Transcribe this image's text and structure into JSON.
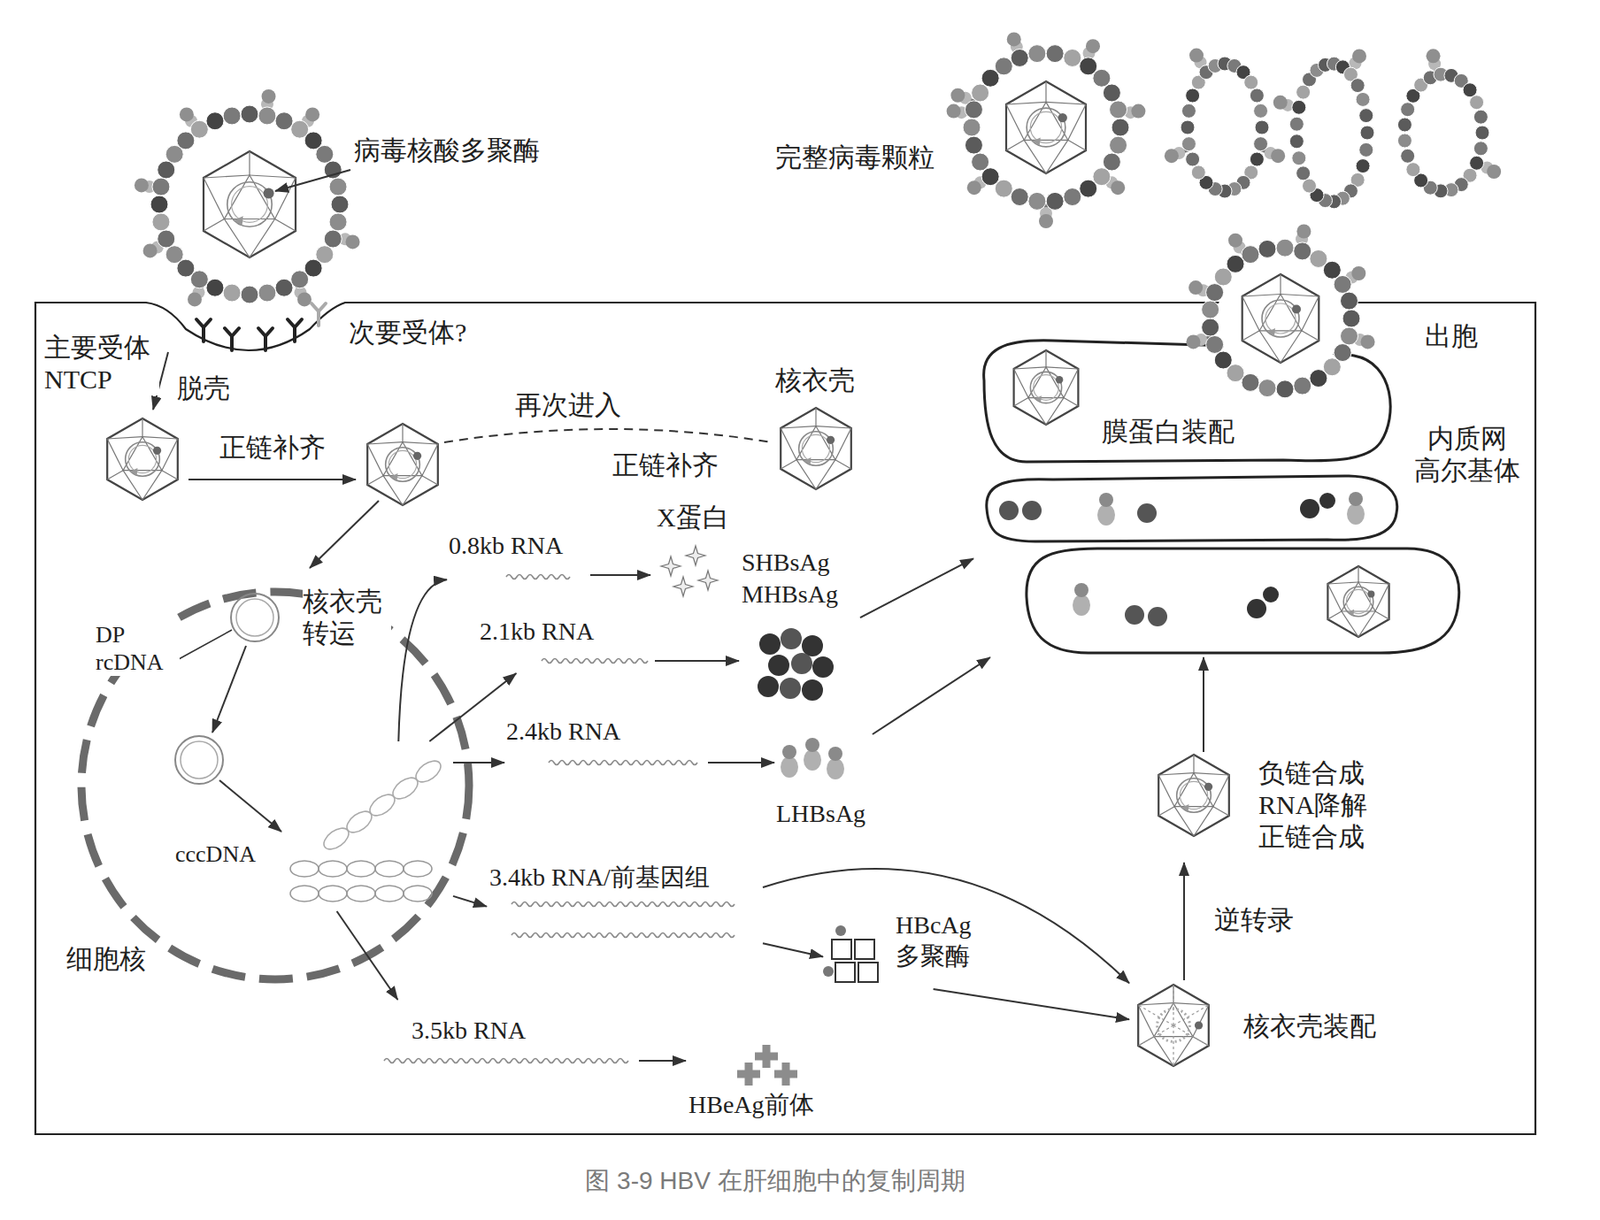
{
  "diagram": {
    "caption": "图 3-9 HBV 在肝细胞中的复制周期",
    "nodes": [
      {
        "text": [
          "病毒核酸多聚酶"
        ]
      },
      {
        "text": [
          "完整病毒颗粒"
        ]
      },
      {
        "text": [
          "出胞"
        ]
      },
      {
        "text": [
          "膜蛋白装配",
          "内质网 高尔基体"
        ]
      },
      {
        "text": [
          "核衣壳"
        ]
      },
      {
        "text": [
          "细胞核"
        ]
      },
      {
        "text": [
          "核衣壳 转运",
          "DP rcDNA"
        ],
        "in": 5
      },
      {
        "text": [
          "cccDNA"
        ],
        "in": 5
      },
      {
        "text": [
          "0.8kb RNA"
        ]
      },
      {
        "text": [
          "X蛋白"
        ]
      },
      {
        "text": [
          "SHBsAg MHBsAg"
        ]
      },
      {
        "text": [
          "2.1kb RNA"
        ]
      },
      {
        "text": [
          "2.4kb RNA"
        ]
      },
      {
        "text": [
          "LHBsAg"
        ]
      },
      {
        "text": [
          "负链合成 RNA降解 正链合成"
        ]
      },
      {
        "text": [
          "3.4kb RNA/前基因组"
        ]
      },
      {
        "text": [
          "HBcAg 多聚酶"
        ]
      },
      {
        "text": [
          "核衣壳装配"
        ]
      },
      {
        "text": [
          "3.5kb RNA"
        ]
      },
      {
        "text": [
          "HBeAg前体"
        ]
      }
    ],
    "edges": [
      {
        "from": 7,
        "to": 8,
        "arrow": "to"
      },
      {
        "from": 8,
        "to": 9,
        "arrow": "to"
      },
      {
        "from": 7,
        "to": 11,
        "arrow": "to"
      },
      {
        "from": 11,
        "to": 10,
        "arrow": "to"
      },
      {
        "from": 7,
        "to": 12,
        "arrow": "to"
      },
      {
        "from": 12,
        "to": 13,
        "arrow": "to"
      },
      {
        "from": 7,
        "to": 15,
        "arrow": "to"
      },
      {
        "from": 15,
        "to": 16,
        "arrow": "to"
      },
      {
        "from": 15,
        "to": 17,
        "arrow": "to"
      },
      {
        "from": 7,
        "to": 18,
        "arrow": "to"
      },
      {
        "from": 18,
        "to": 19,
        "arrow": "to"
      },
      {
        "from": 16,
        "to": 17,
        "arrow": "to"
      },
      {
        "from": 17,
        "to": 14,
        "arrow": "to",
        "label": "逆转录"
      },
      {
        "from": 14,
        "to": 3,
        "arrow": "to"
      },
      {
        "from": 10,
        "to": 3,
        "arrow": "to"
      },
      {
        "from": 13,
        "to": 3,
        "arrow": "to"
      }
    ],
    "labels": [
      "主要受体 NTCP",
      "次要受体?",
      "脱壳",
      "正链补齐",
      "再次进入",
      "正链补齐"
    ]
  }
}
